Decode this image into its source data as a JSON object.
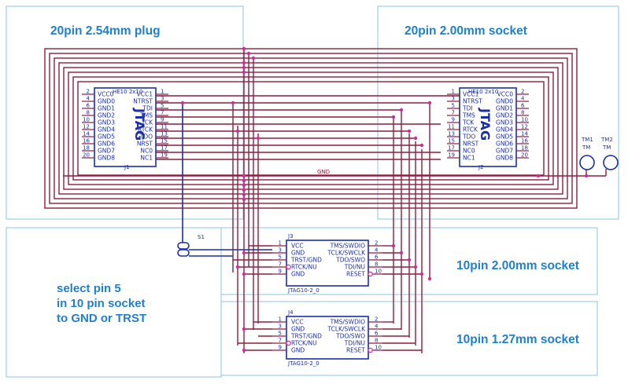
{
  "regions": {
    "plug20": "20pin 2.54mm plug",
    "socket20": "20pin 2.00mm socket",
    "socket10a": "10pin 2.00mm socket",
    "socket10b": "10pin 1.27mm socket"
  },
  "note": {
    "line1": "select pin 5",
    "line2": "in 10 pin socket",
    "line3": "to GND or TRST"
  },
  "j1": {
    "ref": "J1",
    "type": "HE10 2x10",
    "label": "JTAG",
    "left_pins": [
      {
        "num": "2",
        "name": "VCC0"
      },
      {
        "num": "4",
        "name": "GND0"
      },
      {
        "num": "6",
        "name": "GND1"
      },
      {
        "num": "8",
        "name": "GND2"
      },
      {
        "num": "10",
        "name": "GND3"
      },
      {
        "num": "12",
        "name": "GND4"
      },
      {
        "num": "14",
        "name": "GND5"
      },
      {
        "num": "16",
        "name": "GND6"
      },
      {
        "num": "18",
        "name": "GND7"
      },
      {
        "num": "20",
        "name": "GND8"
      }
    ],
    "right_pins": [
      {
        "num": "1",
        "name": "VCC1"
      },
      {
        "num": "3",
        "name": "NTRST"
      },
      {
        "num": "5",
        "name": "TDI"
      },
      {
        "num": "7",
        "name": "TMS"
      },
      {
        "num": "9",
        "name": "TCK"
      },
      {
        "num": "11",
        "name": "RTCK"
      },
      {
        "num": "13",
        "name": "TDO"
      },
      {
        "num": "15",
        "name": "NRST"
      },
      {
        "num": "17",
        "name": "NC0"
      },
      {
        "num": "19",
        "name": "NC1"
      }
    ]
  },
  "j2": {
    "ref": "J2",
    "type": "HE10 2x10",
    "label": "JTAG",
    "left_pins": [
      {
        "num": "1",
        "name": "VCC1"
      },
      {
        "num": "3",
        "name": "NTRST"
      },
      {
        "num": "5",
        "name": "TDI"
      },
      {
        "num": "7",
        "name": "TMS"
      },
      {
        "num": "9",
        "name": "TCK"
      },
      {
        "num": "11",
        "name": "RTCK"
      },
      {
        "num": "13",
        "name": "TDO"
      },
      {
        "num": "15",
        "name": "NRST"
      },
      {
        "num": "17",
        "name": "NC0"
      },
      {
        "num": "19",
        "name": "NC1"
      }
    ],
    "right_pins": [
      {
        "num": "2",
        "name": "VCC0"
      },
      {
        "num": "4",
        "name": "GND0"
      },
      {
        "num": "6",
        "name": "GND1"
      },
      {
        "num": "8",
        "name": "GND2"
      },
      {
        "num": "10",
        "name": "GND3"
      },
      {
        "num": "12",
        "name": "GND4"
      },
      {
        "num": "14",
        "name": "GND5"
      },
      {
        "num": "16",
        "name": "GND6"
      },
      {
        "num": "18",
        "name": "GND7"
      },
      {
        "num": "20",
        "name": "GND8"
      }
    ]
  },
  "j3": {
    "ref": "J3",
    "type": "JTAG10-2_0",
    "left_pins": [
      {
        "num": "1",
        "name": "VCC"
      },
      {
        "num": "3",
        "name": "GND"
      },
      {
        "num": "5",
        "name": "TRST/GND"
      },
      {
        "num": "7",
        "name": "RTCK/NU"
      },
      {
        "num": "9",
        "name": "GND"
      }
    ],
    "right_pins": [
      {
        "num": "2",
        "name": "TMS/SWDIO"
      },
      {
        "num": "4",
        "name": "TCLK/SWCLK"
      },
      {
        "num": "6",
        "name": "TDO/SWO"
      },
      {
        "num": "8",
        "name": "TDI/NU"
      },
      {
        "num": "10",
        "name": "RESET"
      }
    ]
  },
  "j4": {
    "ref": "J4",
    "type": "JTAG10-2_0",
    "left_pins": [
      {
        "num": "1",
        "name": "VCC"
      },
      {
        "num": "3",
        "name": "GND"
      },
      {
        "num": "5",
        "name": "TRST/GND"
      },
      {
        "num": "7",
        "name": "RTCK/NU"
      },
      {
        "num": "9",
        "name": "GND"
      }
    ],
    "right_pins": [
      {
        "num": "2",
        "name": "TMS/SWDIO"
      },
      {
        "num": "4",
        "name": "TCLK/SWCLK"
      },
      {
        "num": "6",
        "name": "TDO/SWO"
      },
      {
        "num": "8",
        "name": "TDI/NU"
      },
      {
        "num": "10",
        "name": "RESET"
      }
    ]
  },
  "s1": {
    "ref": "S1"
  },
  "tm1": {
    "ref": "TM1",
    "type": "TM"
  },
  "tm2": {
    "ref": "TM2",
    "type": "TM"
  },
  "gnd_net": "GND"
}
